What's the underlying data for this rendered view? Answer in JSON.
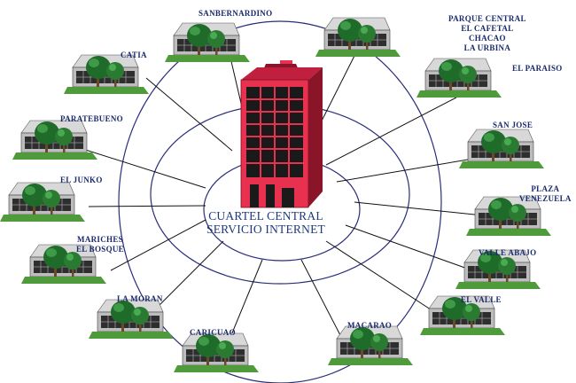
{
  "hub": {
    "label_lines": [
      "CUARTEL CENTRAL",
      "SERVICIO INTERNET"
    ],
    "building_color": "#e8304f"
  },
  "colors": {
    "ring": "#2a2d7a",
    "lines": "#111111",
    "text": "#1a2a6c"
  },
  "nodes": [
    {
      "id": "sanbernardino",
      "label_lines": [
        "SANBERNARDINO"
      ]
    },
    {
      "id": "parque-central",
      "label_lines": [
        "PARQUE CENTRAL",
        "EL CAFETAL",
        "CHACAO",
        "LA URBINA"
      ]
    },
    {
      "id": "el-paraiso",
      "label_lines": [
        "EL PARAISO"
      ]
    },
    {
      "id": "san-jose",
      "label_lines": [
        "SAN JOSE"
      ]
    },
    {
      "id": "plaza-venezuela",
      "label_lines": [
        "PLAZA",
        "VENEZUELA"
      ]
    },
    {
      "id": "valle-abajo",
      "label_lines": [
        "VALLE ABAJO"
      ]
    },
    {
      "id": "el-valle",
      "label_lines": [
        "EL VALLE"
      ]
    },
    {
      "id": "macarao",
      "label_lines": [
        "MACARAO"
      ]
    },
    {
      "id": "caricuao",
      "label_lines": [
        "CARICUAO"
      ]
    },
    {
      "id": "la-moran",
      "label_lines": [
        "LA MORAN"
      ]
    },
    {
      "id": "mariches",
      "label_lines": [
        "MARICHES",
        "EL BOSQUE"
      ]
    },
    {
      "id": "el-junko",
      "label_lines": [
        "EL JUNKO"
      ]
    },
    {
      "id": "paratebueno",
      "label_lines": [
        "PARATEBUENO"
      ]
    },
    {
      "id": "catia",
      "label_lines": [
        "CATIA"
      ]
    }
  ]
}
